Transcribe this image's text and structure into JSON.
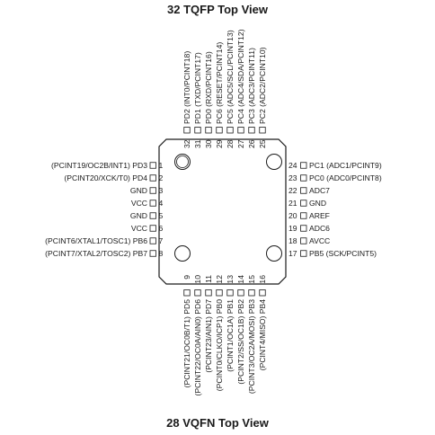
{
  "header": {
    "title": "32 TQFP Top View"
  },
  "footer": {
    "title": "28 VQFN Top View"
  },
  "pins": {
    "left": [
      {
        "num": "1",
        "label": "(PCINT19/OC2B/INT1) PD3"
      },
      {
        "num": "2",
        "label": "(PCINT20/XCK/T0) PD4"
      },
      {
        "num": "3",
        "label": "GND"
      },
      {
        "num": "4",
        "label": "VCC"
      },
      {
        "num": "5",
        "label": "GND"
      },
      {
        "num": "6",
        "label": "VCC"
      },
      {
        "num": "7",
        "label": "(PCINT6/XTAL1/TOSC1) PB6"
      },
      {
        "num": "8",
        "label": "(PCINT7/XTAL2/TOSC2) PB7"
      }
    ],
    "right": [
      {
        "num": "24",
        "label": "PC1 (ADC1/PCINT9)"
      },
      {
        "num": "23",
        "label": "PC0 (ADC0/PCINT8)"
      },
      {
        "num": "22",
        "label": "ADC7"
      },
      {
        "num": "21",
        "label": "GND"
      },
      {
        "num": "20",
        "label": "AREF"
      },
      {
        "num": "19",
        "label": "ADC6"
      },
      {
        "num": "18",
        "label": "AVCC"
      },
      {
        "num": "17",
        "label": "PB5 (SCK/PCINT5)"
      }
    ],
    "top": [
      {
        "num": "32",
        "label": "PD2 (INT0/PCINT18)"
      },
      {
        "num": "31",
        "label": "PD1 (TXD/PCINT17)"
      },
      {
        "num": "30",
        "label": "PD0 (RXD/PCINT16)"
      },
      {
        "num": "29",
        "label": "PC6 (RESET/PCINT14)"
      },
      {
        "num": "28",
        "label": "PC5 (ADC5/SCL/PCINT13)"
      },
      {
        "num": "27",
        "label": "PC4 (ADC4/SDA/PCINT12)"
      },
      {
        "num": "26",
        "label": "PC3 (ADC3/PCINT11)"
      },
      {
        "num": "25",
        "label": "PC2 (ADC2/PCINT10)"
      }
    ],
    "bottom": [
      {
        "num": "9",
        "label": "(PCINT21/OC0B/T1) PD5"
      },
      {
        "num": "10",
        "label": "(PCINT22/OC0A/AIN0) PD6"
      },
      {
        "num": "11",
        "label": "(PCINT23/AIN1) PD7"
      },
      {
        "num": "12",
        "label": "(PCINT0/CLKO/ICP1) PB0"
      },
      {
        "num": "13",
        "label": "(PCINT1/OC1A) PB1"
      },
      {
        "num": "14",
        "label": "(PCINT2/SS/OC1B) PB2"
      },
      {
        "num": "15",
        "label": "(PCINT3/OC2A/MOSI) PB3"
      },
      {
        "num": "16",
        "label": "(PCINT4/MISO) PB4"
      }
    ]
  }
}
